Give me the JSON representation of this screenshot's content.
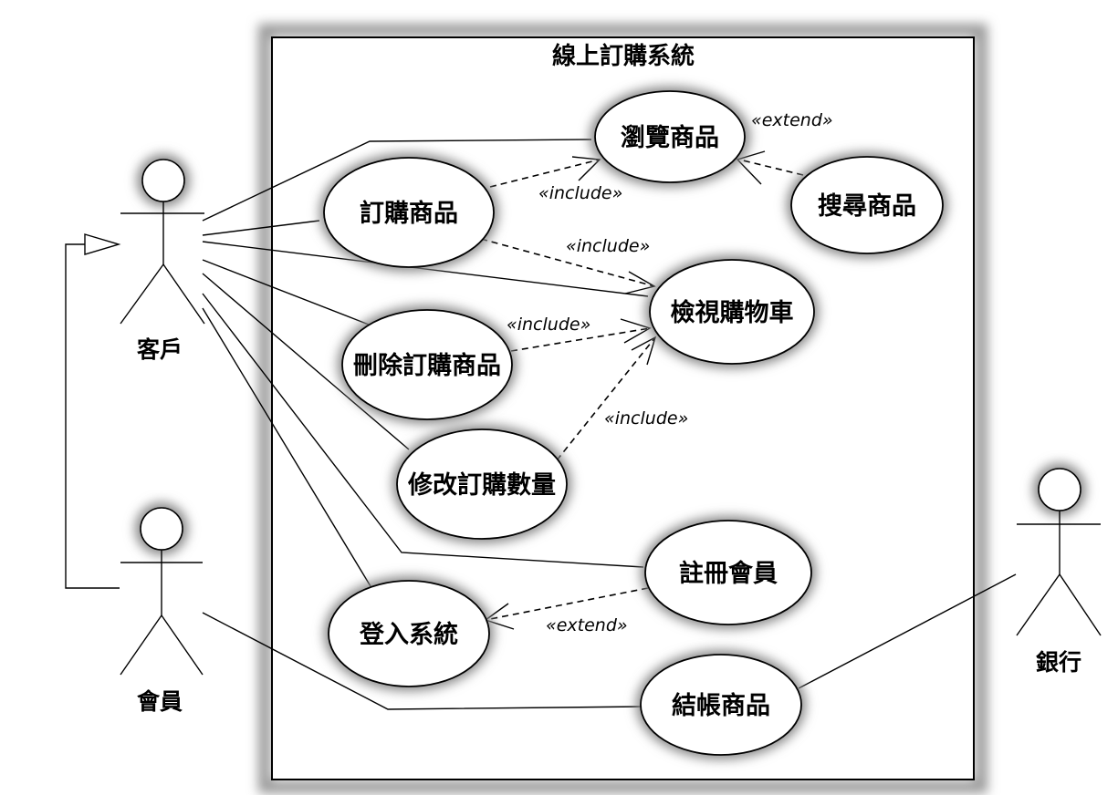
{
  "system": {
    "title": "線上訂購系統"
  },
  "actors": {
    "customer": "客戶",
    "member": "會員",
    "bank": "銀行"
  },
  "use_cases": {
    "browse": "瀏覽商品",
    "search": "搜尋商品",
    "order": "訂購商品",
    "view_cart": "檢視購物車",
    "delete_order": "刪除訂購商品",
    "modify_qty": "修改訂購數量",
    "register": "註冊會員",
    "login": "登入系統",
    "checkout": "結帳商品"
  },
  "relations": {
    "search_extend_browse": "«extend»",
    "order_include_browse": "«include»",
    "order_include_cart": "«include»",
    "delete_include_cart": "«include»",
    "modify_include_cart": "«include»",
    "register_extend_login": "«extend»"
  }
}
